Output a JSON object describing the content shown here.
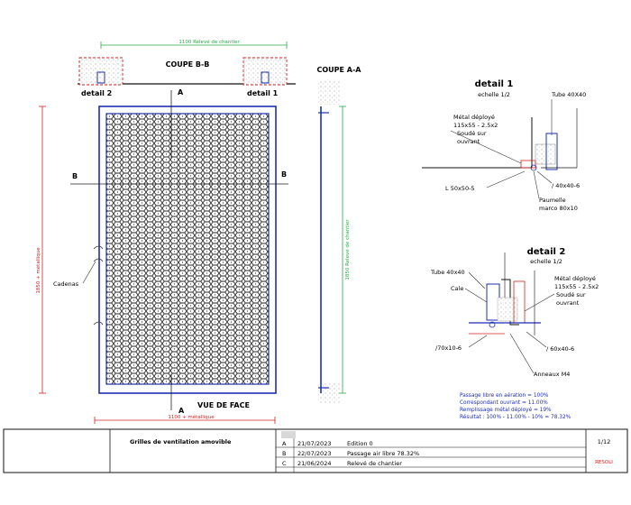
{
  "colors": {
    "frame_blue": "#1e2fb0",
    "dim_red": "#d42020",
    "dim_green": "#2aa84a",
    "ink": "#111111"
  },
  "top": {
    "dimension_label": "1100 Relevé de chantier",
    "section_bb": "COUPE B-B",
    "detail2_tag": "detail 2",
    "detail1_tag": "detail 1"
  },
  "front_view": {
    "label_a": "A",
    "label_b": "B",
    "label_cadenas": "Cadenas",
    "vertical_dim": "1850 + métallique",
    "bottom_dim": "1100 + métallique",
    "view_label": "VUE DE FACE"
  },
  "section_aa": {
    "title": "COUPE A-A",
    "vertical_dim": "1850 Relevé de chantier"
  },
  "detail1": {
    "title": "detail 1",
    "scale": "echelle 1/2",
    "tube_label": "Tube 40X40",
    "metal_label": "Métal déployé",
    "metal_spec": "115x55 - 2.5x2",
    "weld_1": "Soudé sur",
    "weld_2": "ouvrant",
    "angle_label": "L 50x50-5",
    "flat_label": "/ 40x40-6",
    "paumelle_1": "Paumelle",
    "paumelle_2": "marco 80x10"
  },
  "detail2": {
    "title": "detail 2",
    "scale": "echelle 1/2",
    "tube_label": "Tube 40x40",
    "cale_label": "Cale",
    "metal_label": "Métal déployé",
    "metal_spec": "115x55 - 2.5x2",
    "weld_1": "Soudé sur",
    "weld_2": "ouvrant",
    "flat_left": "/70x10-6",
    "flat_right": "/ 60x40-6",
    "anneaux": "Anneaux M4",
    "notes": [
      "Passage libre en aération    = 100%",
      "Correspondant ouvrant         = 11.00%",
      "Remplissage métal déployé     = 19%",
      "Résultat :  100% - 11.00% - 10% = 78.32%"
    ]
  },
  "title_block": {
    "title": "Grilles de ventilation amovible",
    "revisions": [
      {
        "letter": "A",
        "date": "21/07/2023",
        "text": "Edition 0"
      },
      {
        "letter": "B",
        "date": "22/07/2023",
        "text": "Passage air libre 78.32%"
      },
      {
        "letter": "C",
        "date": "21/06/2024",
        "text": "Relevé de chantier"
      }
    ],
    "scale": "1/12",
    "company": "RESOLI"
  }
}
